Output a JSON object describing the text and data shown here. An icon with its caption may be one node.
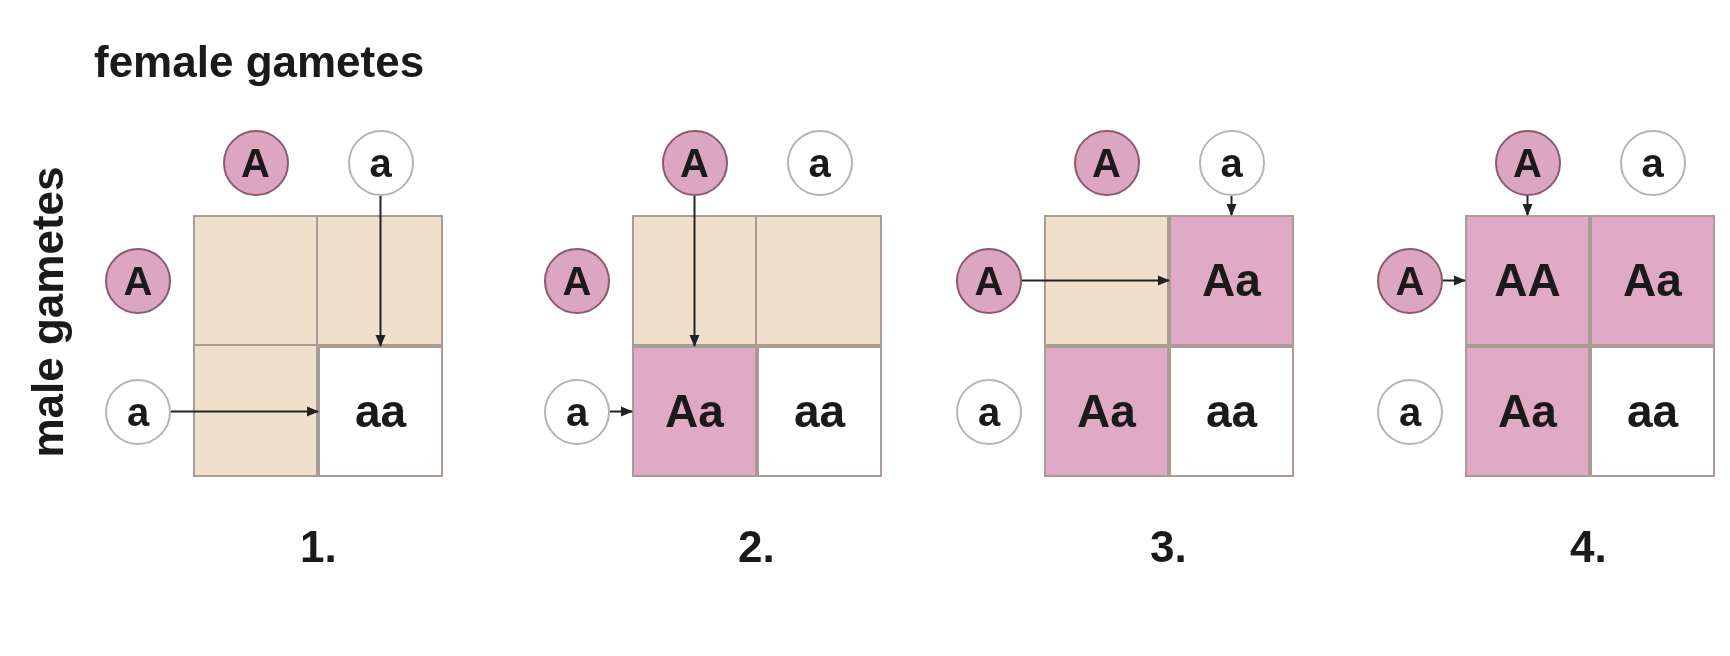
{
  "diagram": {
    "nodes": [
      {
        "text": [
          "A"
        ]
      },
      {
        "text": [
          "a"
        ]
      },
      {
        "text": [
          "A"
        ]
      },
      {
        "text": [
          "a"
        ]
      },
      {
        "text": [
          "aa"
        ]
      },
      {
        "text": [
          "A"
        ]
      },
      {
        "text": [
          "a"
        ]
      },
      {
        "text": [
          "A"
        ]
      },
      {
        "text": [
          "a"
        ]
      },
      {
        "text": [
          "Aa"
        ]
      },
      {
        "text": [
          "aa"
        ]
      },
      {
        "text": [
          "A"
        ]
      },
      {
        "text": [
          "a"
        ]
      },
      {
        "text": [
          "A"
        ]
      },
      {
        "text": [
          "Aa"
        ]
      },
      {
        "text": [
          "a"
        ]
      },
      {
        "text": [
          "Aa"
        ]
      },
      {
        "text": [
          "aa"
        ]
      },
      {
        "text": [
          "A"
        ]
      },
      {
        "text": [
          "a"
        ]
      },
      {
        "text": [
          "A"
        ]
      },
      {
        "text": [
          "AA"
        ]
      },
      {
        "text": [
          "Aa"
        ]
      },
      {
        "text": [
          "a"
        ]
      },
      {
        "text": [
          "Aa"
        ]
      },
      {
        "text": [
          "aa"
        ]
      }
    ],
    "edges": [
      {
        "from": 1,
        "to": 4,
        "arrow": "to"
      },
      {
        "from": 3,
        "to": 4,
        "arrow": "to"
      },
      {
        "from": 5,
        "to": 9,
        "arrow": "to"
      },
      {
        "from": 8,
        "to": 9,
        "arrow": "to"
      },
      {
        "from": 12,
        "to": 14,
        "arrow": "to"
      },
      {
        "from": 13,
        "to": 14,
        "arrow": "to"
      },
      {
        "from": 18,
        "to": 21,
        "arrow": "to"
      },
      {
        "from": 20,
        "to": 21,
        "arrow": "to"
      }
    ],
    "labels": [
      "female gametes",
      "male gametes",
      "1.",
      "2.",
      "3.",
      "4."
    ]
  }
}
